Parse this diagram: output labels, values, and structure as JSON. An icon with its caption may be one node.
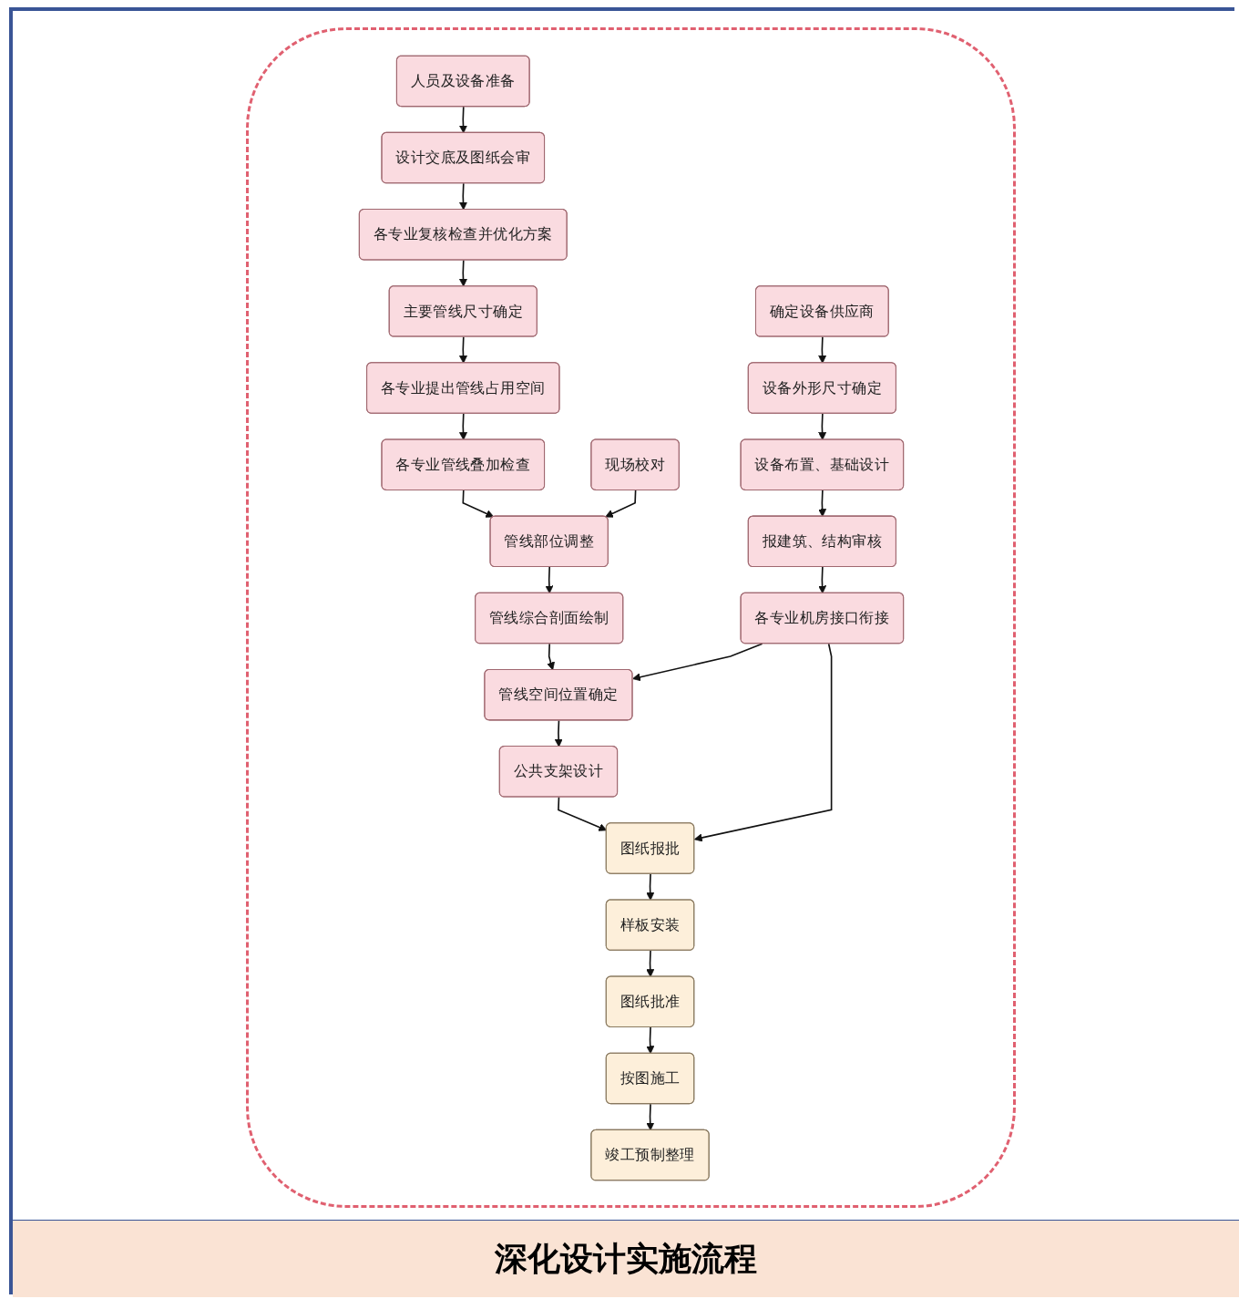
{
  "diagram": {
    "caption": "深化设计实施流程",
    "nodes": [
      {
        "text": [
          "人员及设备准备"
        ]
      },
      {
        "text": [
          "设计交底及图纸会审"
        ]
      },
      {
        "text": [
          "各专业复核检查并优化方案"
        ]
      },
      {
        "text": [
          "主要管线尺寸确定"
        ]
      },
      {
        "text": [
          "各专业提出管线占用空间"
        ]
      },
      {
        "text": [
          "各专业管线叠加检查"
        ]
      },
      {
        "text": [
          "管线部位调整"
        ]
      },
      {
        "text": [
          "管线综合剖面绘制"
        ]
      },
      {
        "text": [
          "管线空间位置确定"
        ]
      },
      {
        "text": [
          "公共支架设计"
        ]
      },
      {
        "text": [
          "确定设备供应商"
        ]
      },
      {
        "text": [
          "设备外形尺寸确定"
        ]
      },
      {
        "text": [
          "设备布置、基础设计"
        ]
      },
      {
        "text": [
          "报建筑、结构审核"
        ]
      },
      {
        "text": [
          "现场校对"
        ]
      },
      {
        "text": [
          "各专业机房接口衔接"
        ]
      },
      {
        "text": [
          "图纸报批"
        ]
      },
      {
        "text": [
          "样板安装"
        ]
      },
      {
        "text": [
          "图纸批准"
        ]
      },
      {
        "text": [
          "按图施工"
        ]
      },
      {
        "text": [
          "竣工预制整理"
        ]
      }
    ],
    "edges": [
      {
        "from": 0,
        "to": 1,
        "arrow": "to"
      },
      {
        "from": 1,
        "to": 2,
        "arrow": "to"
      },
      {
        "from": 2,
        "to": 3,
        "arrow": "to"
      },
      {
        "from": 3,
        "to": 4,
        "arrow": "to"
      },
      {
        "from": 4,
        "to": 5,
        "arrow": "to"
      },
      {
        "from": 5,
        "to": 6,
        "arrow": "to"
      },
      {
        "from": 6,
        "to": 7,
        "arrow": "to"
      },
      {
        "from": 7,
        "to": 8,
        "arrow": "to"
      },
      {
        "from": 8,
        "to": 9,
        "arrow": "to"
      },
      {
        "from": 10,
        "to": 11,
        "arrow": "to"
      },
      {
        "from": 11,
        "to": 12,
        "arrow": "to"
      },
      {
        "from": 12,
        "to": 13,
        "arrow": "to"
      },
      {
        "from": 13,
        "to": 15,
        "arrow": "to"
      },
      {
        "from": 14,
        "to": 6,
        "arrow": "to"
      },
      {
        "from": 15,
        "to": 8,
        "arrow": "to"
      },
      {
        "from": 9,
        "to": 16,
        "arrow": "to"
      },
      {
        "from": 15,
        "to": 16,
        "arrow": "to"
      },
      {
        "from": 16,
        "to": 17,
        "arrow": "to"
      },
      {
        "from": 17,
        "to": 18,
        "arrow": "to"
      },
      {
        "from": 18,
        "to": 19,
        "arrow": "to"
      },
      {
        "from": 19,
        "to": 20,
        "arrow": "to"
      }
    ]
  }
}
